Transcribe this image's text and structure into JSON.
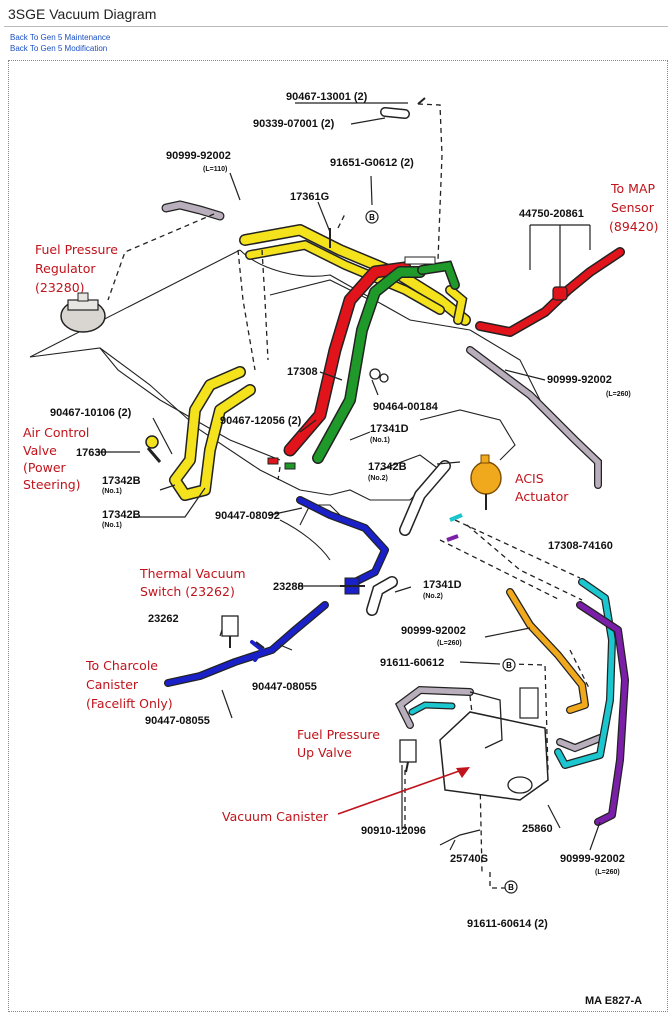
{
  "page": {
    "title": "3SGE Vacuum Diagram",
    "links": [
      "Back To Gen 5 Maintenance",
      "Back To Gen 5 Modification"
    ]
  },
  "diagram": {
    "parts": {
      "p1": "90467-13001 (2)",
      "p2": "90339-07001 (2)",
      "p3": "90999-92002",
      "p3b": "(L=110)",
      "p4": "91651-G0612 (2)",
      "p5": "17361G",
      "p6": "44750-20861",
      "p7": "90999-92002",
      "p7b": "(L=260)",
      "p8": "90464-00184",
      "p9": "17308",
      "p10": "90467-10106 (2)",
      "p11": "17630",
      "p12": "90467-12056 (2)",
      "p13": "17341D",
      "p13b": "(No.1)",
      "p14": "17342B",
      "p14b": "(No.1)",
      "p15": "17342B",
      "p15b": "(No.1)",
      "p16": "17342B",
      "p16b": "(No.2)",
      "p17": "90447-08092",
      "p18": "23288",
      "p19": "17341D",
      "p19b": "(No.2)",
      "p20": "17308-74160",
      "p21": "23262",
      "p22": "90999-92002",
      "p22b": "(L=260)",
      "p23": "91611-60612",
      "p24": "90447-08055",
      "p25": "90447-08055",
      "p26": "90910-12096",
      "p27": "25860",
      "p28": "25740S",
      "p29": "90999-92002",
      "p29b": "(L=260)",
      "p30": "91611-60614 (2)",
      "p31": "MA E827-A"
    },
    "annotations": {
      "map": [
        "To MAP",
        "Sensor",
        "(89420)"
      ],
      "fpr": [
        "Fuel Pressure",
        "Regulator",
        "(23280)"
      ],
      "acv": [
        "Air Control",
        "Valve",
        "(Power",
        "Steering)"
      ],
      "acis": [
        "ACIS",
        "Actuator"
      ],
      "tvs": [
        "Thermal Vacuum",
        "Switch (23262)"
      ],
      "charcoal": [
        "To Charcole",
        "Canister",
        "(Facelift Only)"
      ],
      "fpu": [
        "Fuel Pressure",
        "Up Valve"
      ],
      "vc": "Vacuum Canister"
    },
    "colors": {
      "yellow": "#f3e21c",
      "red": "#e0141a",
      "green": "#1f9a2a",
      "blue": "#1b21c9",
      "orange": "#f0a91c",
      "cyan": "#1cc6cf",
      "purple": "#7b1fa8",
      "gray": "#b9aebb",
      "annotation": "#c0131b"
    }
  }
}
